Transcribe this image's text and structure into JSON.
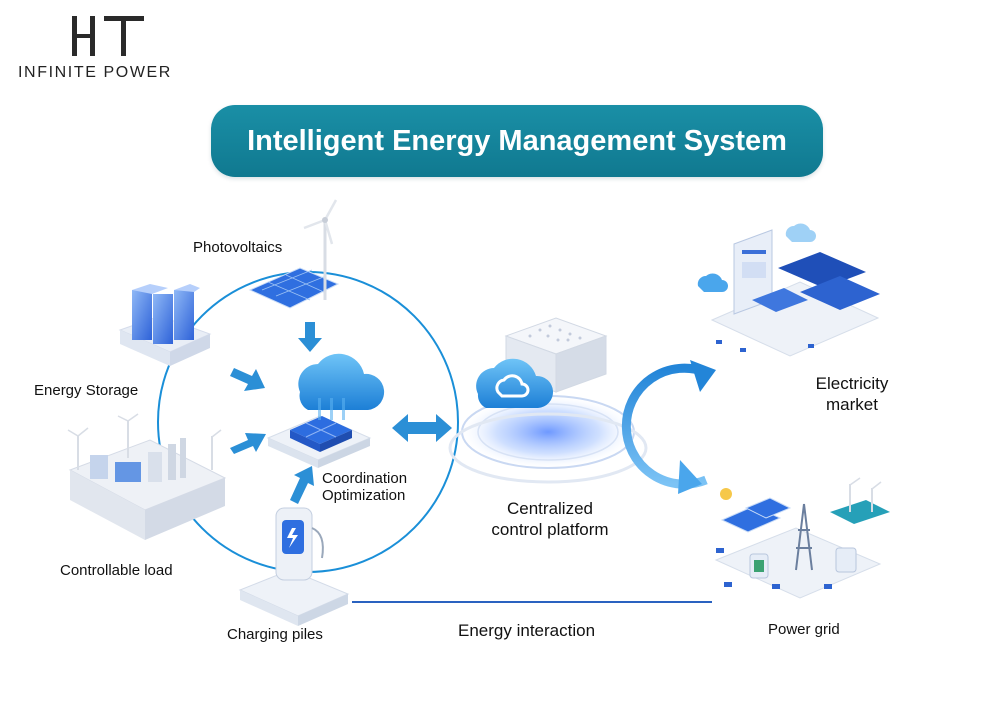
{
  "brand": {
    "monogram": "HT",
    "tagline": "INFINITE POWER"
  },
  "title": "Intelligent Energy Management System",
  "nodes": {
    "photovoltaics": "Photovoltaics",
    "energy_storage": "Energy Storage",
    "controllable_load": "Controllable load",
    "charging_piles": "Charging piles",
    "coordination_line1": "Coordination",
    "coordination_line2": "Optimization",
    "platform_line1": "Centralized",
    "platform_line2": "control platform",
    "market_line1": "Electricity",
    "market_line2": "market",
    "power_grid": "Power grid",
    "energy_interaction": "Energy interaction"
  },
  "colors": {
    "title_bg": "#1587a0",
    "arrow_blue": "#2b8fd6",
    "circle": "#1a8fd8",
    "cloud": "#3aa9ef"
  }
}
